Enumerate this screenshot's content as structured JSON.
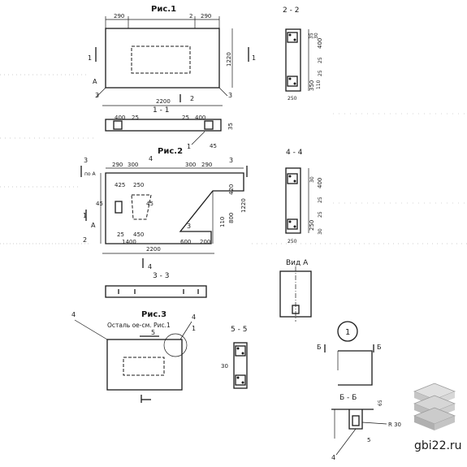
{
  "fig1": {
    "title": "Рис.1",
    "dim_left": "290",
    "dim_two": "2",
    "dim_right": "290",
    "dim_width": "2200",
    "dim_height": "1220",
    "mark_a": "А",
    "mark_3": "3",
    "mark_1": "1",
    "mark_2": "2"
  },
  "sec11": {
    "title": "1 - 1",
    "d400a": "400",
    "d25a": "25",
    "d25b": "25",
    "d400b": "400",
    "d35": "35",
    "d45": "45",
    "mark_1": "1"
  },
  "fig2": {
    "title": "Рис.2",
    "mark_3a": "3",
    "mark_3b": "3",
    "mark_4": "4",
    "pov_a": "по А",
    "d290a": "290",
    "d300a": "300",
    "d300b": "300",
    "d290b": "290",
    "d425": "425",
    "d250": "250",
    "d45a": "45",
    "d45b": "45",
    "d420": "420",
    "d800": "800",
    "d1220": "1220",
    "d110": "110",
    "d25": "25",
    "d450": "450",
    "d1400": "1400",
    "d600": "600",
    "d200": "200",
    "d2200": "2200",
    "mark_1": "1",
    "mark_a": "А",
    "mark_2": "2",
    "mark_3c": "3",
    "mark_4b": "4"
  },
  "sec22": {
    "title": "2 - 2",
    "d35": "35",
    "d30": "30",
    "d400": "400",
    "d25a": "25",
    "d25b": "25",
    "d350": "350",
    "d250": "250",
    "d110": "110"
  },
  "sec44": {
    "title": "4 - 4",
    "d30a": "30",
    "d400": "400",
    "d25a": "25",
    "d25b": "25",
    "d250": "250",
    "d30b": "30",
    "d250b": "250"
  },
  "sec33": {
    "title": "3 - 3"
  },
  "vid_a": {
    "title": "Вид А"
  },
  "fig3": {
    "title": "Рис.3",
    "note": "Осталь ое-см. Рис.1",
    "mark_4a": "4",
    "mark_4b": "4",
    "mark_5": "5",
    "mark_1": "1"
  },
  "sec55": {
    "title": "5 - 5",
    "d30": "30"
  },
  "node1": {
    "label": "1",
    "b1": "Б",
    "b2": "Б"
  },
  "sec66": {
    "title": "Б - Б",
    "d65": "65",
    "r30": "R 30",
    "d5": "5",
    "mark_4": "4"
  },
  "watermark": {
    "text": "gbi22.ru"
  }
}
